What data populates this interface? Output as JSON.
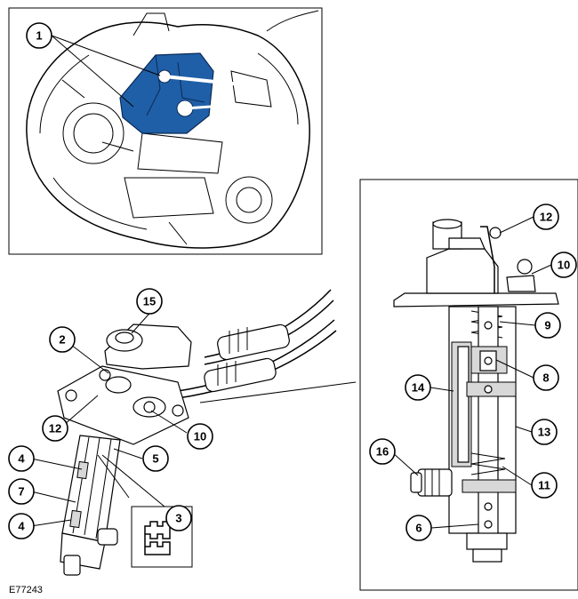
{
  "figure": {
    "reference_code": "E77243",
    "highlight_color": "#1f5fa8",
    "gate_pattern_icon": "shift-gate-pattern-icon"
  },
  "callouts": {
    "c1": "1",
    "c2": "2",
    "c3": "3",
    "c4a": "4",
    "c4b": "4",
    "c5": "5",
    "c6": "6",
    "c7": "7",
    "c8": "8",
    "c9": "9",
    "c10a": "10",
    "c10b": "10",
    "c11": "11",
    "c12a": "12",
    "c12b": "12",
    "c13": "13",
    "c14": "14",
    "c15": "15",
    "c16": "16"
  }
}
